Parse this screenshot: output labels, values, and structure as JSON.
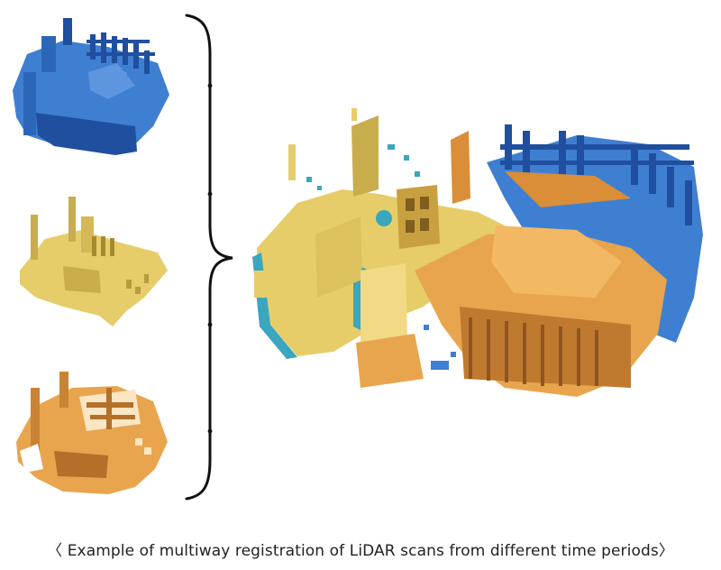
{
  "caption": "〈 Example of multiway registration of LiDAR scans from different time periods〉",
  "colors": {
    "scan_blue": "#3f7fd2",
    "scan_blue_dark": "#1f4f9e",
    "scan_yellow": "#e6cd6a",
    "scan_yellow_dark": "#b89b3a",
    "scan_orange": "#e8a54d",
    "scan_orange_dark": "#b4702a",
    "scan_cyan": "#3aa6c0",
    "brace": "#111111",
    "background": "#ffffff"
  },
  "panels": [
    {
      "id": "scan-1",
      "color": "blue",
      "role": "input scan"
    },
    {
      "id": "scan-2",
      "color": "yellow",
      "role": "input scan"
    },
    {
      "id": "scan-3",
      "color": "orange",
      "role": "input scan"
    },
    {
      "id": "merged",
      "color": "multi",
      "role": "registered result"
    }
  ]
}
